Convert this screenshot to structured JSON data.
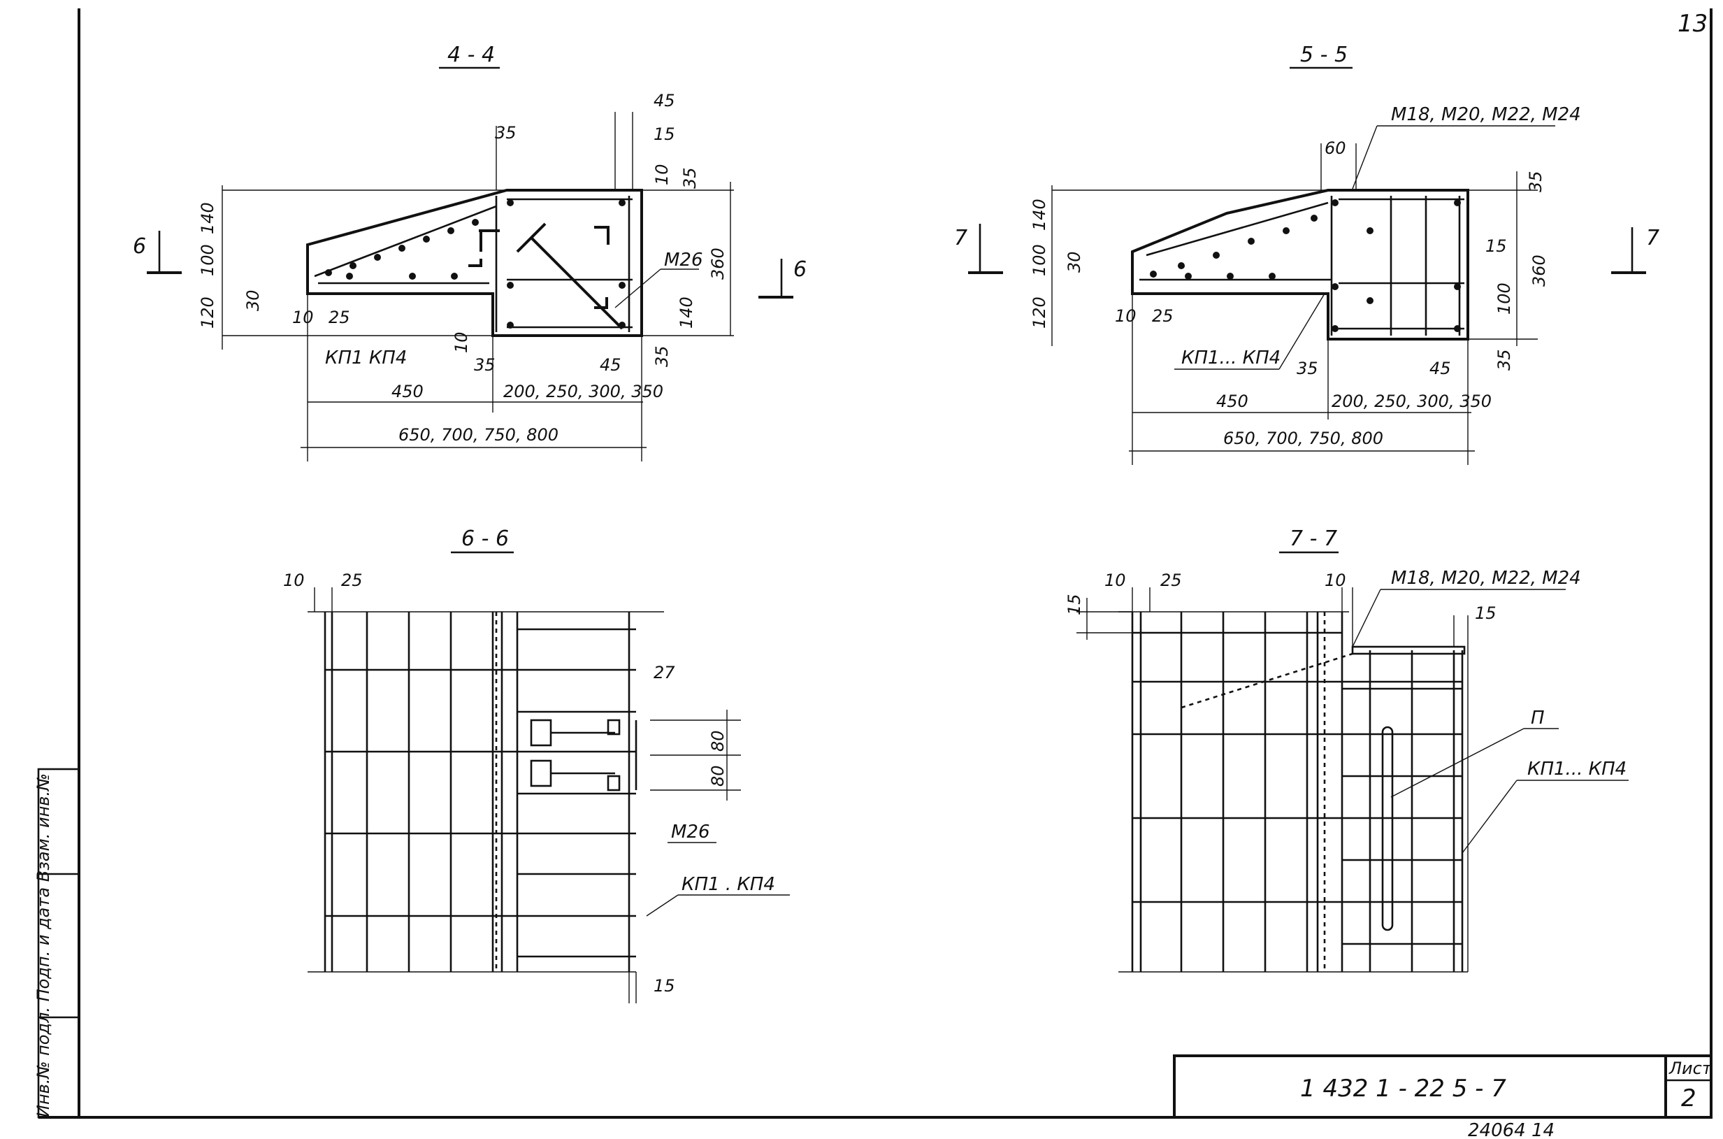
{
  "corner_mark": "13",
  "stamp_text": "Инв.№ подл. Подп. и дата Взам. инв.№",
  "title_block": {
    "designation": "1 432 1 - 22 5 - 7",
    "sheet_label": "Лист",
    "sheet_number": "2"
  },
  "footer_code": "24064 14",
  "sections": {
    "s44": {
      "title": "4 - 4",
      "cut_marker": "6",
      "dims": [
        "35",
        "45",
        "15",
        "10",
        "35",
        "140",
        "100",
        "120",
        "30",
        "360",
        "140",
        "10",
        "25",
        "10",
        "35",
        "45",
        "35",
        "450",
        "200, 250, 300, 350",
        "650, 700, 750, 800"
      ],
      "labels": [
        "М26",
        "КП1  КП4"
      ]
    },
    "s55": {
      "title": "5 - 5",
      "cut_marker": "7",
      "dims": [
        "60",
        "35",
        "140",
        "100",
        "30",
        "120",
        "15",
        "360",
        "100",
        "35",
        "10",
        "25",
        "35",
        "45",
        "450",
        "200, 250, 300, 350",
        "650, 700, 750, 800"
      ],
      "labels": [
        "М18, М20, М22, М24",
        "КП1... КП4"
      ]
    },
    "s66": {
      "title": "6 - 6",
      "dims": [
        "10",
        "25",
        "27",
        "80",
        "80",
        "15"
      ],
      "labels": [
        "М26",
        "КП1 . КП4"
      ]
    },
    "s77": {
      "title": "7 - 7",
      "dims": [
        "15",
        "10",
        "25",
        "10",
        "15"
      ],
      "labels": [
        "М18, М20, М22, М24",
        "П",
        "КП1... КП4"
      ]
    }
  }
}
